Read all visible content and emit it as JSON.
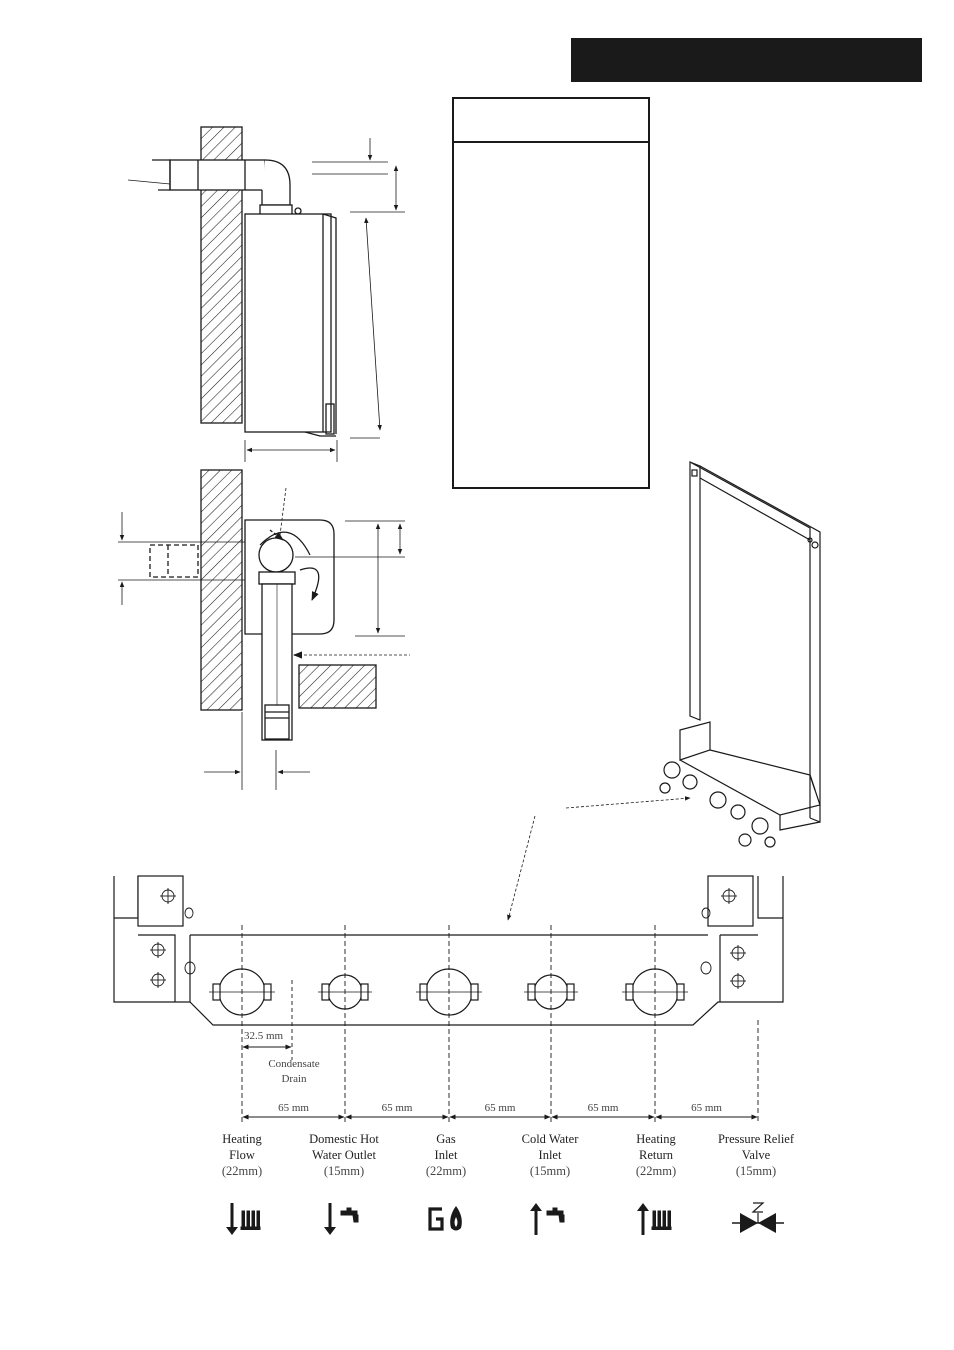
{
  "connections": [
    {
      "name": "Heating\nFlow",
      "size": "(22mm)",
      "icon": "heating-flow-icon"
    },
    {
      "name": "Domestic Hot\nWater Outlet",
      "size": "(15mm)",
      "icon": "hot-water-tap-icon"
    },
    {
      "name": "Gas\nInlet",
      "size": "(22mm)",
      "icon": "gas-icon"
    },
    {
      "name": "Cold Water\nInlet",
      "size": "(15mm)",
      "icon": "cold-water-tap-icon"
    },
    {
      "name": "Heating\nReturn",
      "size": "(22mm)",
      "icon": "heating-return-icon"
    },
    {
      "name": "Pressure Relief\nValve",
      "size": "(15mm)",
      "icon": "pressure-relief-valve-icon"
    }
  ],
  "dimensions": {
    "spacing": "65 mm",
    "condensate_offset": "32.5 mm",
    "condensate_label_1": "Condensate",
    "condensate_label_2": "Drain"
  },
  "colors": {
    "ink": "#1a1a1a",
    "paper": "#ffffff"
  }
}
